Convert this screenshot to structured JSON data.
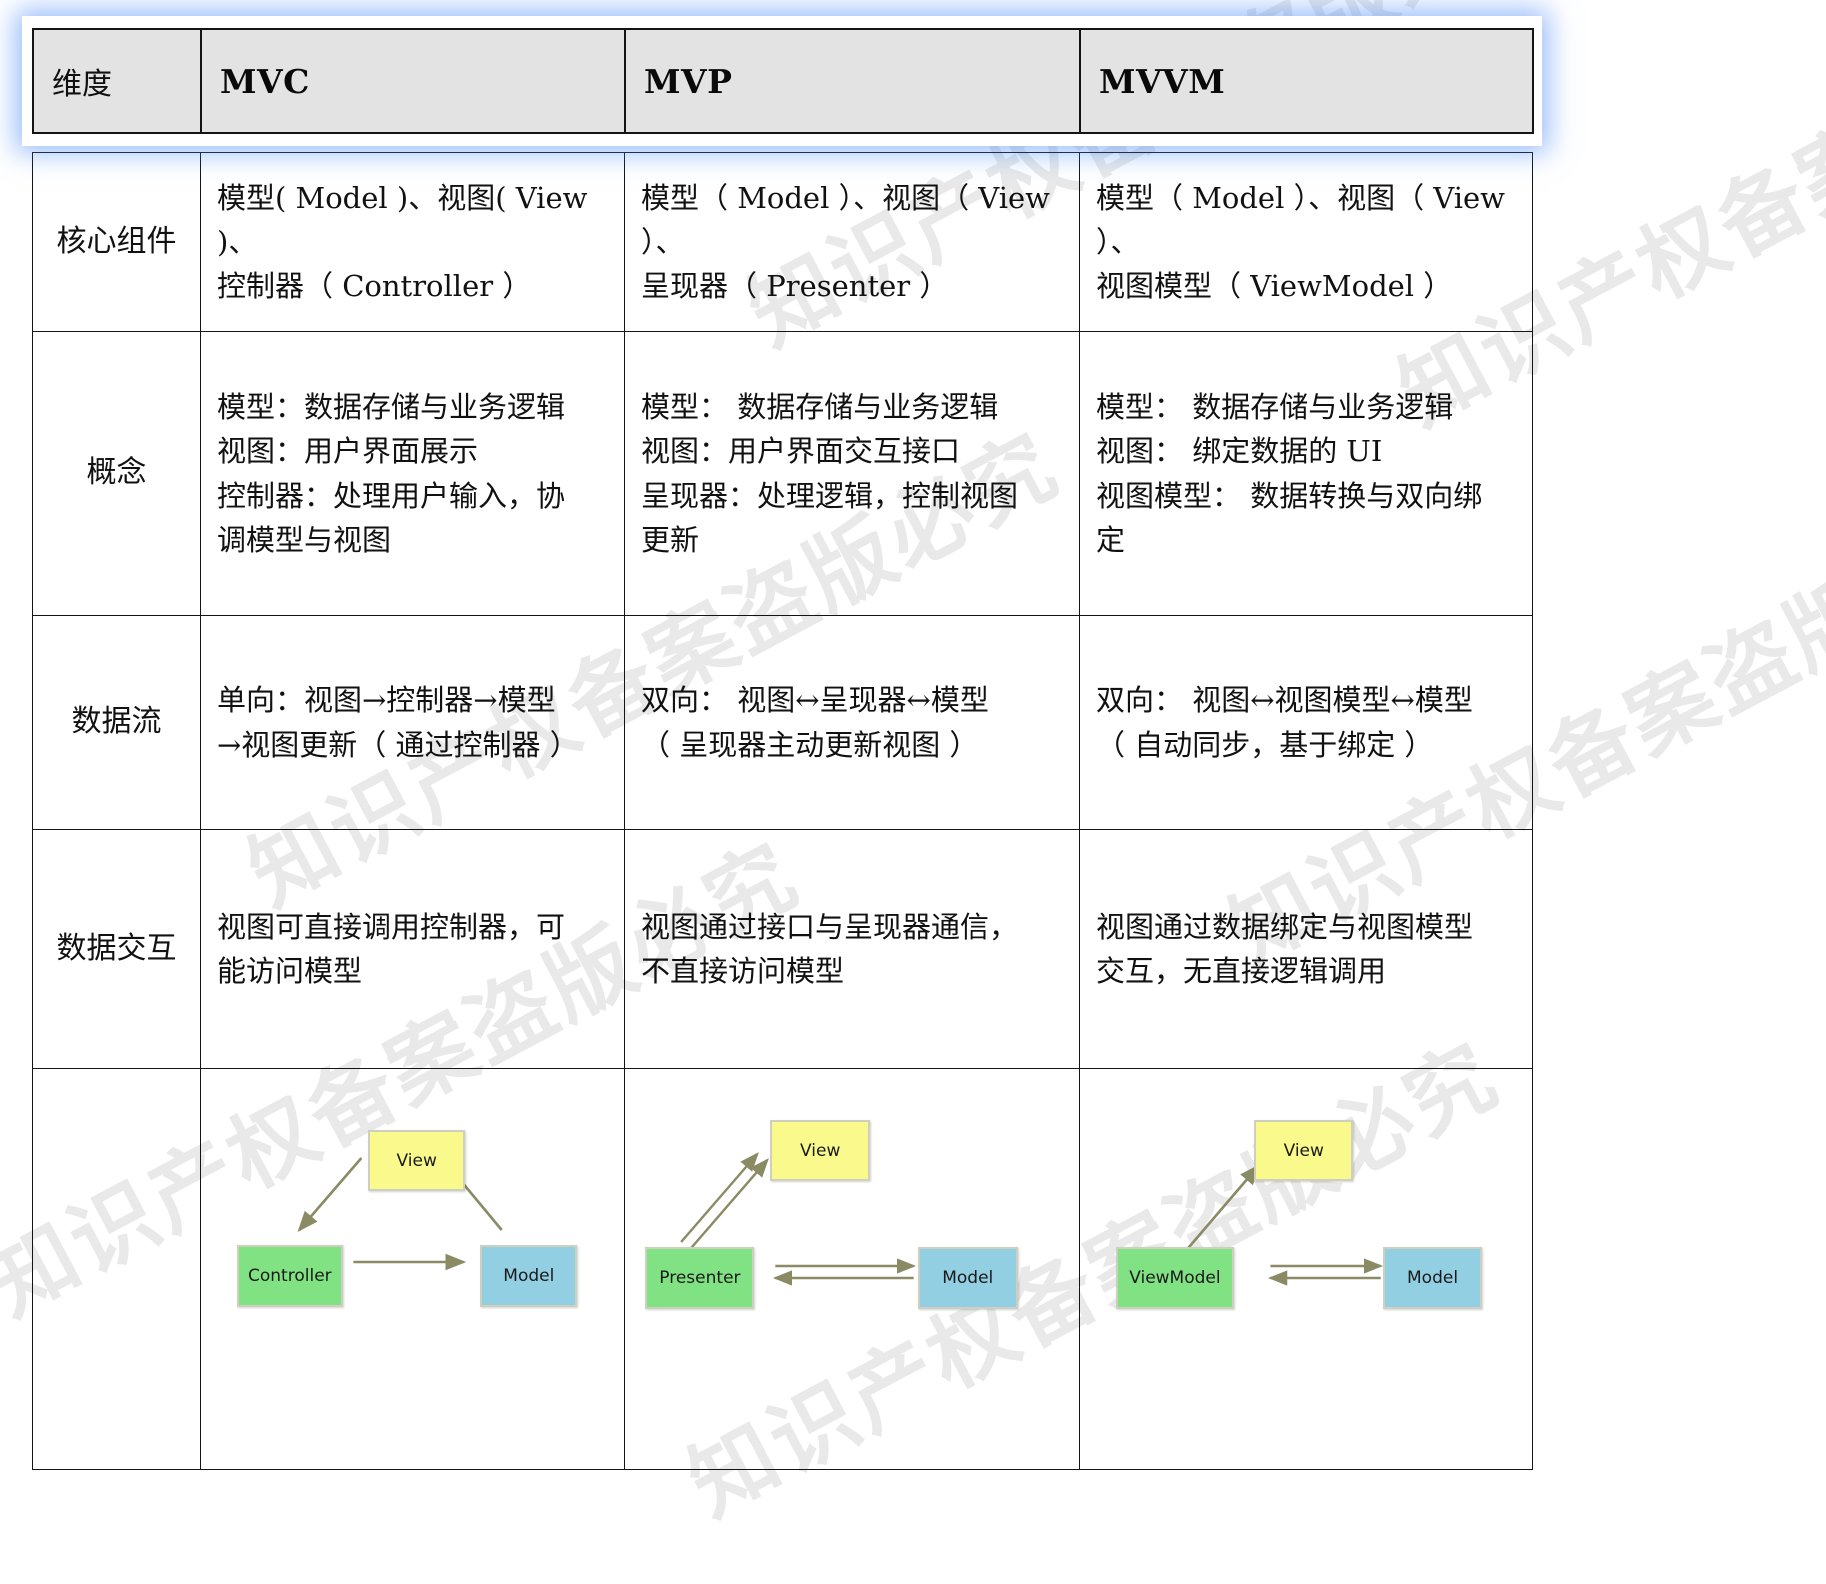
{
  "table": {
    "columns": [
      "维度",
      "MVC",
      "MVP",
      "MVVM"
    ],
    "rows": [
      {
        "dimension": "核心组件",
        "mvc": [
          "模型( Model )、视图( View )、",
          "控制器（ Controller ）"
        ],
        "mvp": [
          "模型（ Model ）、视图（ View ）、",
          "呈现器（ Presenter ）"
        ],
        "mvvm": [
          "模型（ Model ）、视图（ View ）、",
          "视图模型（ ViewModel ）"
        ]
      },
      {
        "dimension": "概念",
        "mvc": [
          "模型：数据存储与业务逻辑",
          "视图：用户界面展示",
          "控制器：处理用户输入，协",
          "调模型与视图"
        ],
        "mvp": [
          "模型： 数据存储与业务逻辑",
          "视图：用户界面交互接口",
          "呈现器：处理逻辑，控制视图",
          "更新"
        ],
        "mvvm": [
          "模型： 数据存储与业务逻辑",
          "视图： 绑定数据的 UI",
          "视图模型： 数据转换与双向绑",
          "定"
        ]
      },
      {
        "dimension": "数据流",
        "mvc": [
          "单向：视图→控制器→模型",
          "→视图更新（ 通过控制器 ）"
        ],
        "mvp": [
          "双向： 视图↔呈现器↔模型",
          "（ 呈现器主动更新视图 ）"
        ],
        "mvvm": [
          "双向： 视图↔视图模型↔模型",
          "（ 自动同步，基于绑定 ）"
        ]
      },
      {
        "dimension": "数据交互",
        "mvc": [
          "视图可直接调用控制器，可",
          "能访问模型"
        ],
        "mvp": [
          "视图通过接口与呈现器通信，",
          "不直接访问模型"
        ],
        "mvvm": [
          "视图通过数据绑定与视图模型",
          "交互，无直接逻辑调用"
        ]
      }
    ]
  },
  "diagrams": {
    "mvc": {
      "nodes": [
        {
          "id": "view",
          "label": "View",
          "color": "#fafa8c"
        },
        {
          "id": "controller",
          "label": "Controller",
          "color": "#81e283"
        },
        {
          "id": "model",
          "label": "Model",
          "color": "#92cfe3"
        }
      ],
      "edges": [
        {
          "from": "view",
          "to": "controller",
          "kind": "single"
        },
        {
          "from": "controller",
          "to": "model",
          "kind": "single"
        },
        {
          "from": "model",
          "to": "view",
          "kind": "single"
        }
      ]
    },
    "mvp": {
      "nodes": [
        {
          "id": "view",
          "label": "View",
          "color": "#fafa8c"
        },
        {
          "id": "presenter",
          "label": "Presenter",
          "color": "#81e283"
        },
        {
          "id": "model",
          "label": "Model",
          "color": "#92cfe3"
        }
      ],
      "edges": [
        {
          "from": "presenter",
          "to": "view",
          "kind": "double"
        },
        {
          "from": "presenter",
          "to": "model",
          "kind": "double"
        }
      ]
    },
    "mvvm": {
      "nodes": [
        {
          "id": "view",
          "label": "View",
          "color": "#fafa8c"
        },
        {
          "id": "viewmodel",
          "label": "ViewModel",
          "color": "#81e283"
        },
        {
          "id": "model",
          "label": "Model",
          "color": "#92cfe3"
        }
      ],
      "edges": [
        {
          "from": "viewmodel",
          "to": "view",
          "kind": "single"
        },
        {
          "from": "viewmodel",
          "to": "model",
          "kind": "double"
        }
      ]
    }
  },
  "watermark": {
    "text": "知识产权备案盗版必究",
    "color": "#e9e9e9"
  },
  "colors": {
    "header_background": "#e3e3e3",
    "header_glow": "#4082f5",
    "border": "#141414",
    "node_view": "#fafa8c",
    "node_logic": "#81e283",
    "node_model": "#92cfe3",
    "arrow": "#8a8a64"
  }
}
